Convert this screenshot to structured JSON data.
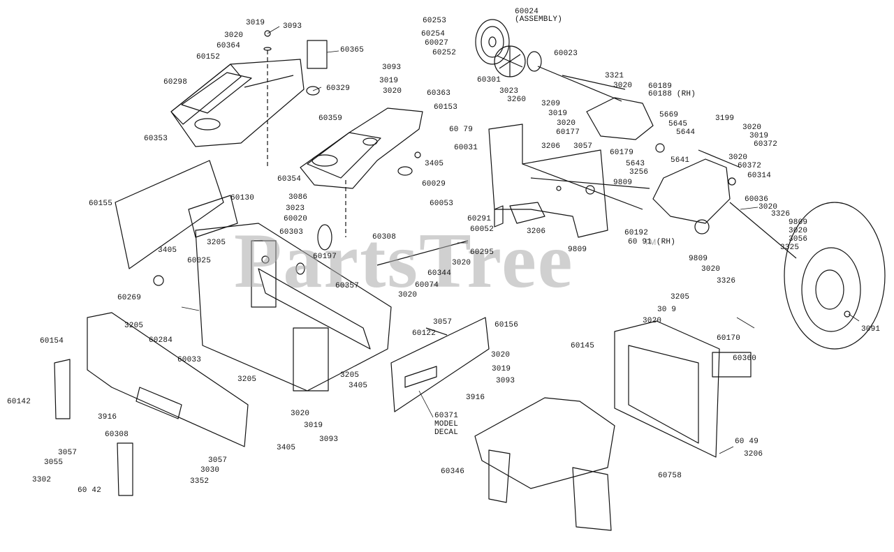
{
  "watermark": {
    "text": "PartsTree",
    "trademark": "TM"
  },
  "colors": {
    "line": "#111111",
    "watermark": "#aaaaaa",
    "background": "#ffffff"
  },
  "labels": [
    "3019",
    "3093",
    "3020",
    "60364",
    "60152",
    "60365",
    "60298",
    "60329",
    "60353",
    "60253",
    "60254",
    "60024 (ASSEMBLY)",
    "60027",
    "60252",
    "60023",
    "60301",
    "3023",
    "3260",
    "3093",
    "3019",
    "3020",
    "60363",
    "60153",
    "60359",
    "60354",
    "3405",
    "60029",
    "3321",
    "3020",
    "60189",
    "60188 (RH)",
    "3209",
    "3019",
    "3020",
    "60177",
    "5669",
    "5645",
    "5644",
    "5643",
    "3256",
    "3199",
    "5641",
    "3020",
    "3019",
    "60372",
    "3020",
    "60372",
    "60314",
    "60036",
    "60 79",
    "60031",
    "3206",
    "3057",
    "60179",
    "9809",
    "60053",
    "60291",
    "60052",
    "3206",
    "60192",
    "60 91 (RH)",
    "9809",
    "3020",
    "3326",
    "9809",
    "3020",
    "3056",
    "3325",
    "9809",
    "3020",
    "3326",
    "60155",
    "60130",
    "3405",
    "3086",
    "3023",
    "60020",
    "60303",
    "3205",
    "60308",
    "60025",
    "60197",
    "60295",
    "3020",
    "60344",
    "60074",
    "60357",
    "3020",
    "60269",
    "60284",
    "3205",
    "3057",
    "60122",
    "60156",
    "60154",
    "60033",
    "3205",
    "3205",
    "3405",
    "3020",
    "3019",
    "3093",
    "3916",
    "60371 MODEL DECAL",
    "3020",
    "3019",
    "3093",
    "60142",
    "3916",
    "60308",
    "3057",
    "3055",
    "3302",
    "3057",
    "3030",
    "3352",
    "60 42",
    "3405",
    "60170",
    "3091",
    "3205",
    "30 9",
    "3020",
    "60145",
    "60360",
    "60346",
    "60 49",
    "3206",
    "60758"
  ]
}
